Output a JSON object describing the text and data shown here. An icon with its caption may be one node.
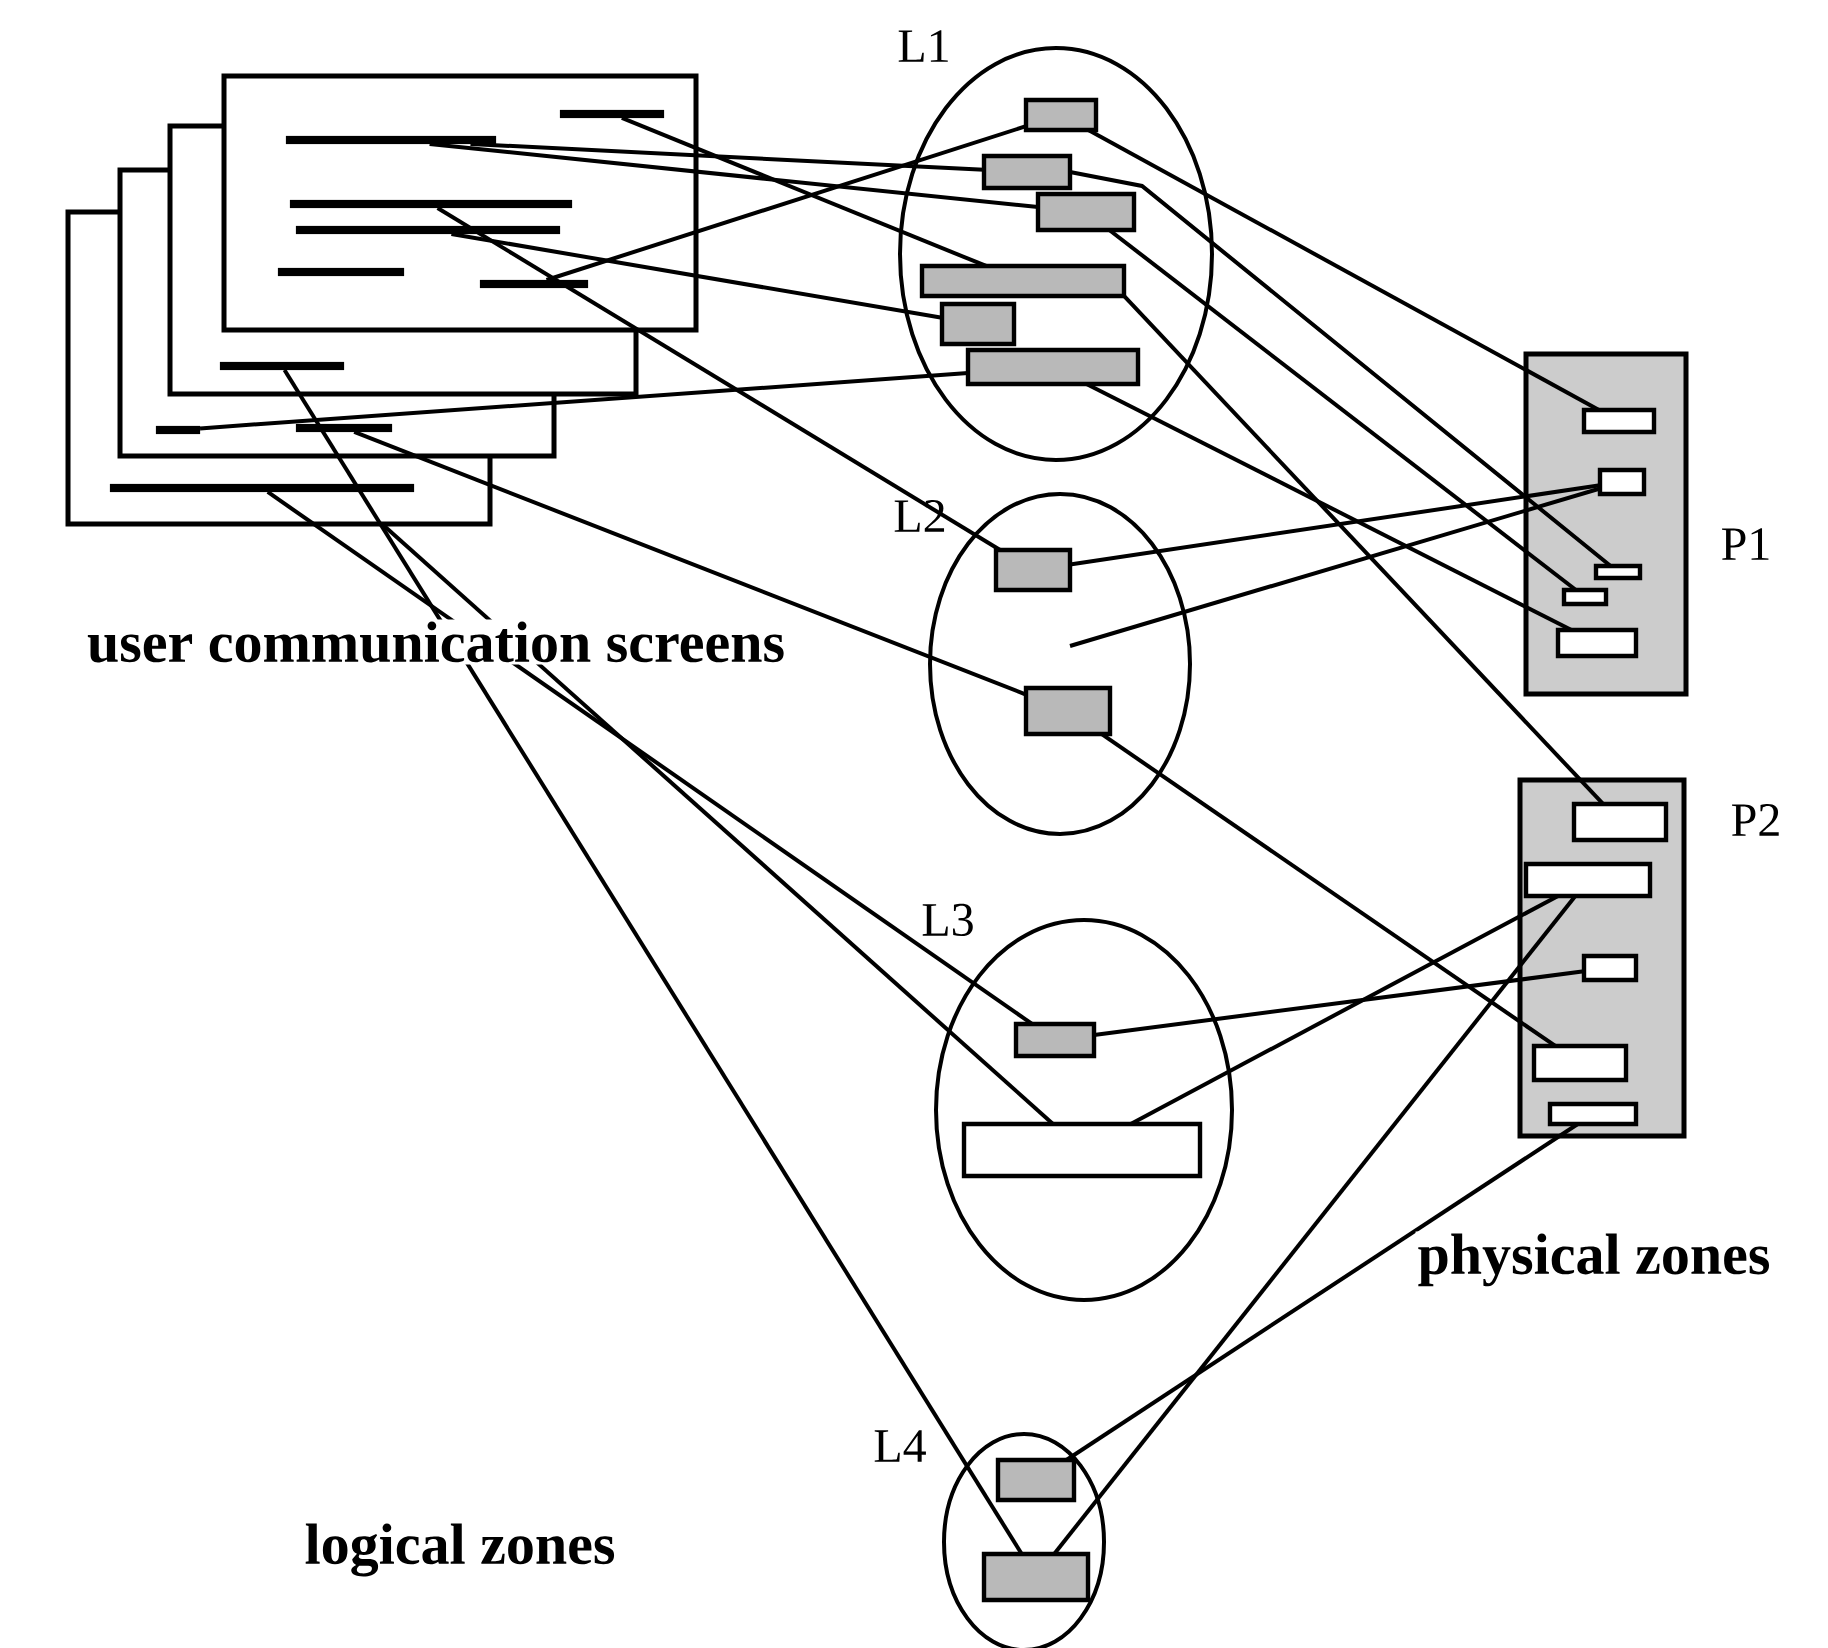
{
  "diagram": {
    "nodes": [
      {
        "text": [],
        "shape": "bar",
        "in": 38
      },
      {
        "text": [],
        "shape": "bar",
        "in": 38
      },
      {
        "text": [],
        "shape": "bar",
        "in": 38
      },
      {
        "text": [],
        "shape": "bar",
        "in": 38
      },
      {
        "text": [],
        "shape": "bar",
        "in": 38
      },
      {
        "text": [],
        "shape": "bar",
        "in": 38
      },
      {
        "text": [],
        "shape": "bar",
        "in": 38
      },
      {
        "text": [],
        "shape": "bar",
        "in": 38
      },
      {
        "text": [],
        "shape": "bar",
        "in": 38
      },
      {
        "text": [],
        "shape": "bar",
        "in": 38
      },
      {
        "text": [
          "L1"
        ]
      },
      {
        "text": [],
        "shape": "box",
        "in": 10
      },
      {
        "text": [],
        "shape": "box",
        "in": 10
      },
      {
        "text": [],
        "shape": "box",
        "in": 10
      },
      {
        "text": [],
        "shape": "box",
        "in": 10
      },
      {
        "text": [],
        "shape": "box",
        "in": 10
      },
      {
        "text": [],
        "shape": "box",
        "in": 10
      },
      {
        "text": [
          "L2"
        ]
      },
      {
        "text": [],
        "shape": "box",
        "in": 17
      },
      {
        "text": [],
        "shape": "box",
        "in": 17
      },
      {
        "text": [
          "L3"
        ]
      },
      {
        "text": [],
        "shape": "box",
        "in": 20
      },
      {
        "text": [],
        "shape": "box",
        "in": 20
      },
      {
        "text": [
          "L4"
        ]
      },
      {
        "text": [],
        "shape": "box",
        "in": 23
      },
      {
        "text": [],
        "shape": "box",
        "in": 23
      },
      {
        "text": [
          "P1"
        ]
      },
      {
        "text": [],
        "shape": "box",
        "in": 26
      },
      {
        "text": [],
        "shape": "box",
        "in": 26
      },
      {
        "text": [],
        "shape": "box",
        "in": 26
      },
      {
        "text": [],
        "shape": "box",
        "in": 26
      },
      {
        "text": [],
        "shape": "box",
        "in": 26
      },
      {
        "text": [
          "P2"
        ]
      },
      {
        "text": [],
        "shape": "box",
        "in": 32
      },
      {
        "text": [],
        "shape": "box",
        "in": 32
      },
      {
        "text": [],
        "shape": "box",
        "in": 32
      },
      {
        "text": [],
        "shape": "box",
        "in": 32
      },
      {
        "text": [],
        "shape": "box",
        "in": 32
      },
      {
        "text": [],
        "shape": "picture"
      }
    ],
    "edges": [
      {
        "from": 4,
        "to": 14,
        "arrow": "none"
      },
      {
        "from": 5,
        "to": 12,
        "arrow": "none"
      },
      {
        "from": 5,
        "to": 13,
        "arrow": "none"
      },
      {
        "from": 9,
        "to": 11,
        "arrow": "none"
      },
      {
        "from": 7,
        "to": 15,
        "arrow": "none"
      },
      {
        "from": 1,
        "to": 16,
        "arrow": "none"
      },
      {
        "from": 6,
        "to": 18,
        "arrow": "none"
      },
      {
        "from": 2,
        "to": 19,
        "arrow": "none"
      },
      {
        "from": 0,
        "to": 21,
        "arrow": "none"
      },
      {
        "from": 38,
        "to": 22,
        "arrow": "none"
      },
      {
        "from": 3,
        "to": 25,
        "arrow": "none"
      },
      {
        "from": 11,
        "to": 27,
        "arrow": "none"
      },
      {
        "from": 12,
        "to": 29,
        "arrow": "none"
      },
      {
        "from": 13,
        "to": 30,
        "arrow": "none"
      },
      {
        "from": 14,
        "to": 33,
        "arrow": "none"
      },
      {
        "from": 16,
        "to": 31,
        "arrow": "none"
      },
      {
        "from": 18,
        "to": 28,
        "arrow": "none"
      },
      {
        "from": null,
        "to": 28,
        "arrow": "none"
      },
      {
        "from": 19,
        "to": 36,
        "arrow": "none"
      },
      {
        "from": 21,
        "to": 35,
        "arrow": "none"
      },
      {
        "from": 22,
        "to": 34,
        "arrow": "none"
      },
      {
        "from": 24,
        "to": 37,
        "arrow": "none"
      },
      {
        "from": 25,
        "to": 34,
        "arrow": "none"
      }
    ],
    "labels": [
      "user communication screens",
      "physical zones",
      "logical zones"
    ]
  }
}
